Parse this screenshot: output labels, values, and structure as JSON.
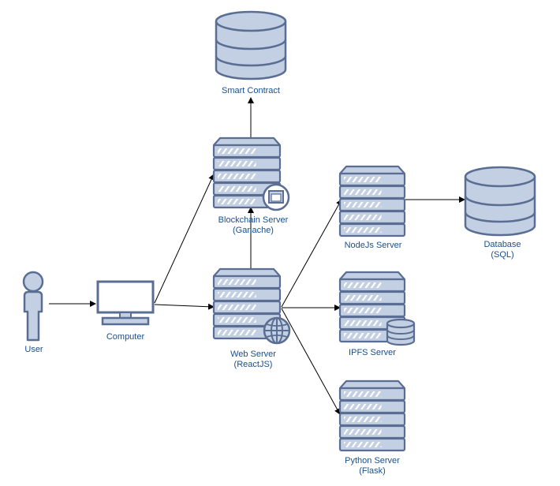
{
  "palette": {
    "fill": "#c3cfe2",
    "stroke": "#5a6e93",
    "stripe": "#ffffff",
    "arrow": "#000000",
    "label": "#1a4f8c"
  },
  "nodes": {
    "smart_contract": {
      "icon": "database-icon",
      "line1": "Smart Contract",
      "line2": ""
    },
    "blockchain_server": {
      "icon": "server-icon",
      "line1": "Blockchain Server",
      "line2": "(Ganache)"
    },
    "nodejs_server": {
      "icon": "server-icon",
      "line1": "NodeJs Server",
      "line2": ""
    },
    "database": {
      "icon": "database-icon",
      "line1": "Database",
      "line2": "(SQL)"
    },
    "user": {
      "icon": "user-icon",
      "line1": "User",
      "line2": ""
    },
    "computer": {
      "icon": "monitor-icon",
      "line1": "Computer",
      "line2": ""
    },
    "web_server": {
      "icon": "server-icon",
      "line1": "Web Server",
      "line2": "(ReactJS)"
    },
    "ipfs_server": {
      "icon": "server-icon",
      "line1": "IPFS Server",
      "line2": ""
    },
    "python_server": {
      "icon": "server-icon",
      "line1": "Python Server",
      "line2": "(Flask)"
    }
  },
  "edges": [
    {
      "from": "user",
      "to": "computer"
    },
    {
      "from": "computer",
      "to": "blockchain_server"
    },
    {
      "from": "computer",
      "to": "web_server"
    },
    {
      "from": "blockchain_server",
      "to": "smart_contract"
    },
    {
      "from": "web_server",
      "to": "blockchain_server"
    },
    {
      "from": "web_server",
      "to": "nodejs_server"
    },
    {
      "from": "web_server",
      "to": "ipfs_server"
    },
    {
      "from": "web_server",
      "to": "python_server"
    },
    {
      "from": "nodejs_server",
      "to": "database"
    }
  ]
}
